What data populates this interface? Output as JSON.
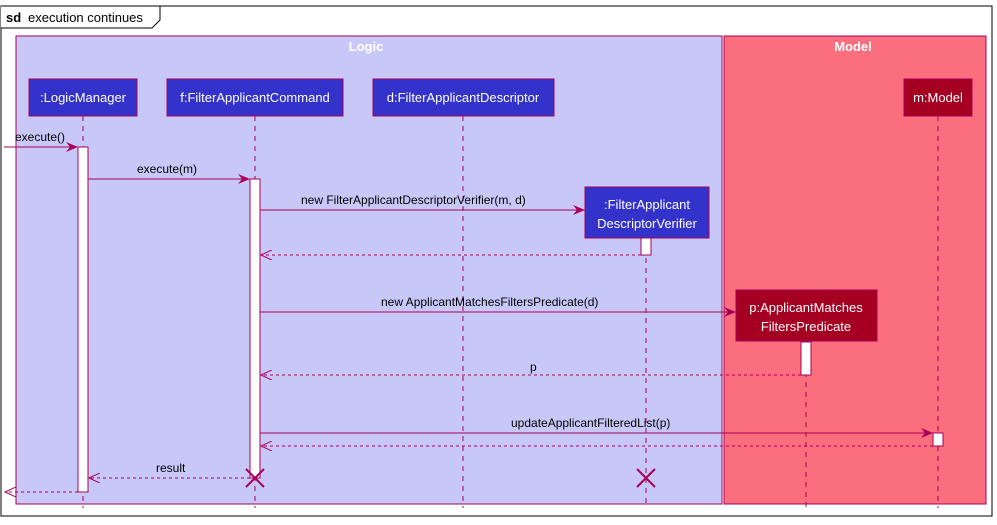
{
  "frame": {
    "keyword": "sd",
    "title": "execution continues"
  },
  "boxes": [
    {
      "id": "logic",
      "title": "Logic",
      "fill": "#c8c8f8",
      "stroke": "#a8005a"
    },
    {
      "id": "model",
      "title": "Model",
      "fill": "#fa6e7d",
      "stroke": "#a8005a"
    }
  ],
  "participants": [
    {
      "id": "lm",
      "label": ":LogicManager"
    },
    {
      "id": "fac",
      "label": "f:FilterApplicantCommand"
    },
    {
      "id": "fad",
      "label": "d:FilterApplicantDescriptor"
    },
    {
      "id": "fadv",
      "label_lines": [
        ":FilterApplicant",
        "DescriptorVerifier"
      ]
    },
    {
      "id": "pred",
      "label_lines": [
        "p:ApplicantMatches",
        "FiltersPredicate"
      ]
    },
    {
      "id": "model",
      "label": "m:Model"
    }
  ],
  "messages": [
    {
      "id": "m1",
      "from": "external",
      "to": "lm",
      "label": "execute()",
      "kind": "sync"
    },
    {
      "id": "m2",
      "from": "lm",
      "to": "fac",
      "label": "execute(m)",
      "kind": "sync"
    },
    {
      "id": "m3",
      "from": "fac",
      "to": "fadv",
      "label": "new FilterApplicantDescriptorVerifier(m, d)",
      "kind": "create"
    },
    {
      "id": "m4",
      "from": "fadv",
      "to": "fac",
      "label": "",
      "kind": "return"
    },
    {
      "id": "m5",
      "from": "fac",
      "to": "pred",
      "label": "new ApplicantMatchesFiltersPredicate(d)",
      "kind": "create"
    },
    {
      "id": "m6",
      "from": "pred",
      "to": "fac",
      "label": "p",
      "kind": "return"
    },
    {
      "id": "m7",
      "from": "fac",
      "to": "model",
      "label": "updateApplicantFilteredList(p)",
      "kind": "sync"
    },
    {
      "id": "m8",
      "from": "model",
      "to": "fac",
      "label": "",
      "kind": "return"
    },
    {
      "id": "m9",
      "from": "fac",
      "to": "lm",
      "label": "result",
      "kind": "return"
    },
    {
      "id": "m10",
      "from": "lm",
      "to": "external",
      "label": "",
      "kind": "return"
    }
  ],
  "destroyed": [
    "fac",
    "fadv"
  ],
  "colors": {
    "participant_logic_fill": "#3333cc",
    "participant_model_fill": "#a50021",
    "line": "#a8005a",
    "activation_fill": "#ffffff"
  }
}
